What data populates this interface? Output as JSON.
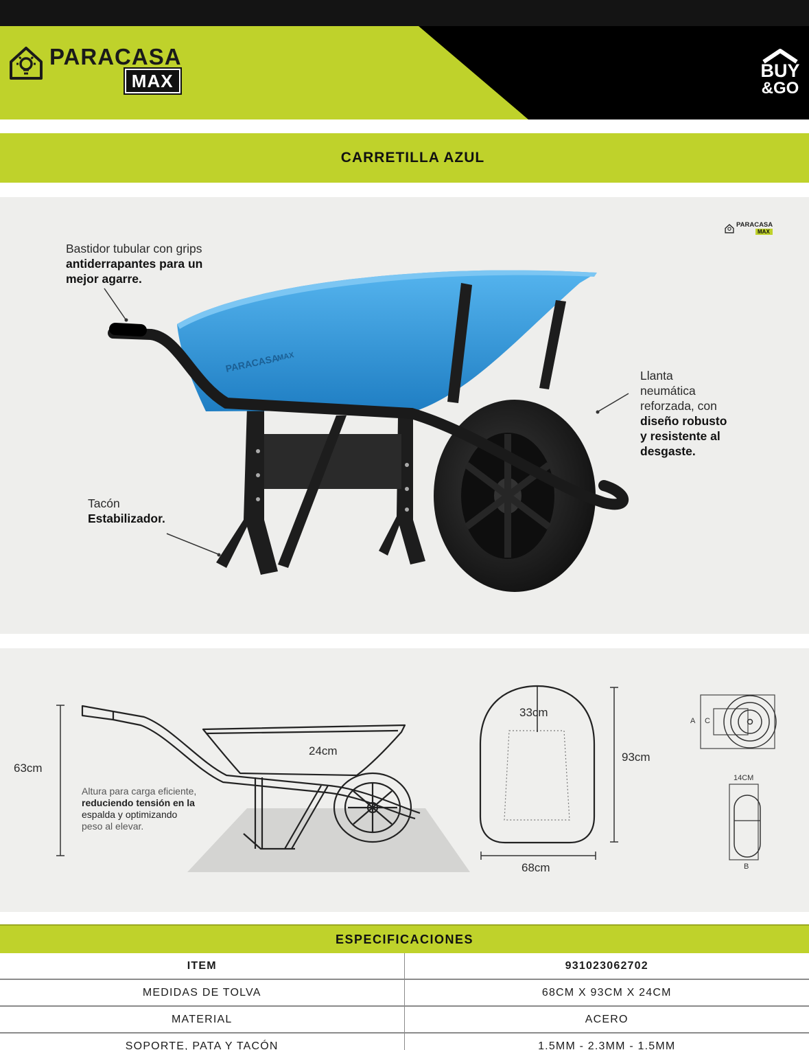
{
  "header": {
    "brand_name": "PARACASA",
    "brand_sub": "MAX",
    "partner_logo_line1": "BUY",
    "partner_logo_line2": "&GO"
  },
  "product": {
    "title": "CARRETILLA AZUL",
    "body_print_brand": "PARACASA",
    "body_print_sub": "MAX",
    "mini_logo_name": "PARACASA",
    "mini_logo_sub": "MAX"
  },
  "callouts": {
    "frame_line1": "Bastidor tubular con grips",
    "frame_line2": "antiderrapantes para un",
    "frame_line3": "mejor agarre.",
    "tire_line1": "Llanta",
    "tire_line2": "neumática",
    "tire_line3": "reforzada, con",
    "tire_line4": "diseño robusto",
    "tire_line5": "y resistente al",
    "tire_line6": "desgaste.",
    "stand_line1": "Tacón",
    "stand_line2": "Estabilizador."
  },
  "dimensions": {
    "height": "63cm",
    "depth": "24cm",
    "top_width": "33cm",
    "length": "93cm",
    "width": "68cm",
    "wheel_width": "14CM",
    "label_a": "A",
    "label_b": "B",
    "label_c": "C",
    "note_line1": "Altura para carga eficiente,",
    "note_line2": "reduciendo tensión en la",
    "note_line3": "espalda y optimizando",
    "note_line4": "peso al elevar."
  },
  "specs": {
    "title": "ESPECIFICACIONES",
    "rows": [
      {
        "label": "ITEM",
        "value": "931023062702"
      },
      {
        "label": "MEDIDAS DE TOLVA",
        "value": "68CM X 93CM X 24CM"
      },
      {
        "label": "MATERIAL",
        "value": "ACERO"
      },
      {
        "label": "SOPORTE, PATA Y TACÓN",
        "value": "1.5MM - 2.3MM - 1.5MM"
      }
    ]
  },
  "colors": {
    "accent_green": "#bfd22b",
    "header_black": "#000000",
    "tray_blue": "#3d9fdc",
    "panel_gray": "#eeeeec"
  }
}
